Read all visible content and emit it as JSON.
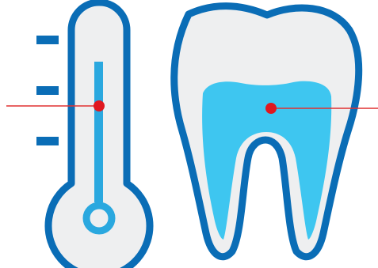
{
  "illustration": {
    "subjects": [
      "thermometer",
      "tooth"
    ],
    "colors": {
      "outline": "#0a6db6",
      "fill_light": "#eeeff0",
      "pulp": "#3ec6f0",
      "mercury": "#2aa8df",
      "pointer_line": "#e03030",
      "pointer_dot": "#e0181f",
      "background": "#ffffff"
    },
    "thermometer": {
      "tick_marks": 3
    },
    "pointers": [
      {
        "target": "thermometer-mercury",
        "direction": "left"
      },
      {
        "target": "tooth-pulp",
        "direction": "right"
      }
    ]
  }
}
